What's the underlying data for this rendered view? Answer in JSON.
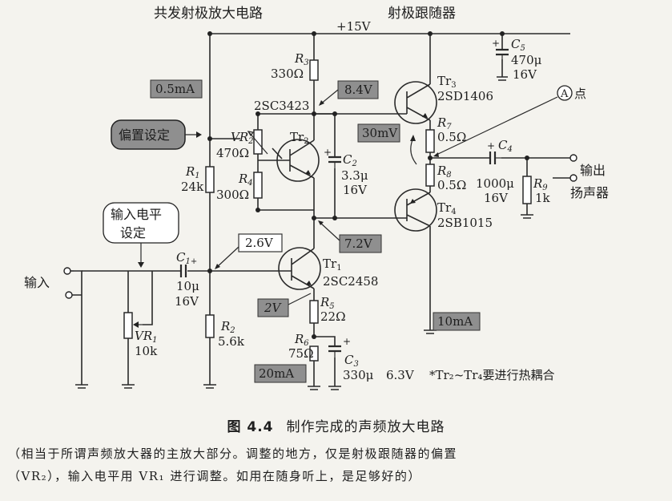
{
  "headings": {
    "left": "共发射极放大电路",
    "right": "射极跟随器",
    "supply": "+15V"
  },
  "indicators": {
    "i_bias": "0.5mA",
    "v_tr2_c": "8.4V",
    "v_r7r8": "30mV",
    "v_input": "2.6V",
    "v_mid": "7.2V",
    "v_e1": "2V",
    "i_out": "10mA",
    "i_tr1": "20mA"
  },
  "callouts": {
    "bias_setting": "偏置设定",
    "input_level": [
      "输入电平",
      "设定"
    ],
    "point_a_letter": "A",
    "point_a_text": "点"
  },
  "components": {
    "R3": {
      "name": "R",
      "sub": "3",
      "value": "330Ω"
    },
    "Tr2": {
      "name": "Tr",
      "sub": "2",
      "part": "2SC3423"
    },
    "VR2": {
      "name": "VR",
      "sub": "2",
      "value": "470Ω"
    },
    "R4": {
      "name": "R",
      "sub": "4",
      "value": "300Ω"
    },
    "C2": {
      "name": "C",
      "sub": "2",
      "value": "3.3μ",
      "voltage": "16V"
    },
    "R1": {
      "name": "R",
      "sub": "1",
      "value": "24k"
    },
    "Tr3": {
      "name": "Tr",
      "sub": "3",
      "part": "2SD1406"
    },
    "C5": {
      "name": "C",
      "sub": "5",
      "value": "470μ",
      "voltage": "16V"
    },
    "R7": {
      "name": "R",
      "sub": "7",
      "value": "0.5Ω"
    },
    "R8": {
      "name": "R",
      "sub": "8",
      "value": "0.5Ω"
    },
    "C4": {
      "name": "C",
      "sub": "4",
      "value": "1000μ",
      "voltage": "16V"
    },
    "R9": {
      "name": "R",
      "sub": "9",
      "value": "1k"
    },
    "Tr4": {
      "name": "Tr",
      "sub": "4",
      "part": "2SB1015"
    },
    "Tr1": {
      "name": "Tr",
      "sub": "1",
      "part": "2SC2458"
    },
    "C1": {
      "name": "C",
      "sub": "1+",
      "value": "10μ",
      "voltage": "16V"
    },
    "R2": {
      "name": "R",
      "sub": "2",
      "value": "5.6k"
    },
    "R5": {
      "name": "R",
      "sub": "5",
      "value": "22Ω"
    },
    "R6": {
      "name": "R",
      "sub": "6",
      "value": "75Ω"
    },
    "C3": {
      "name": "C",
      "sub": "3",
      "value": "330μ",
      "voltage": "6.3V"
    },
    "VR1": {
      "name": "VR",
      "sub": "1",
      "value": "10k"
    }
  },
  "terminals": {
    "input": "输入",
    "output": [
      "输出",
      "扬声器"
    ]
  },
  "footnote": "*Tr₂~Tr₄要进行热耦合",
  "caption": {
    "number": "图 4.4",
    "title": "制作完成的声频放大电路"
  },
  "note_lines": [
    "（相当于所谓声频放大器的主放大部分。调整的地方，仅是射极跟随器的偏置",
    "（VR₂），输入电平用 VR₁ 进行调整。如用在随身听上，是足够好的）"
  ]
}
